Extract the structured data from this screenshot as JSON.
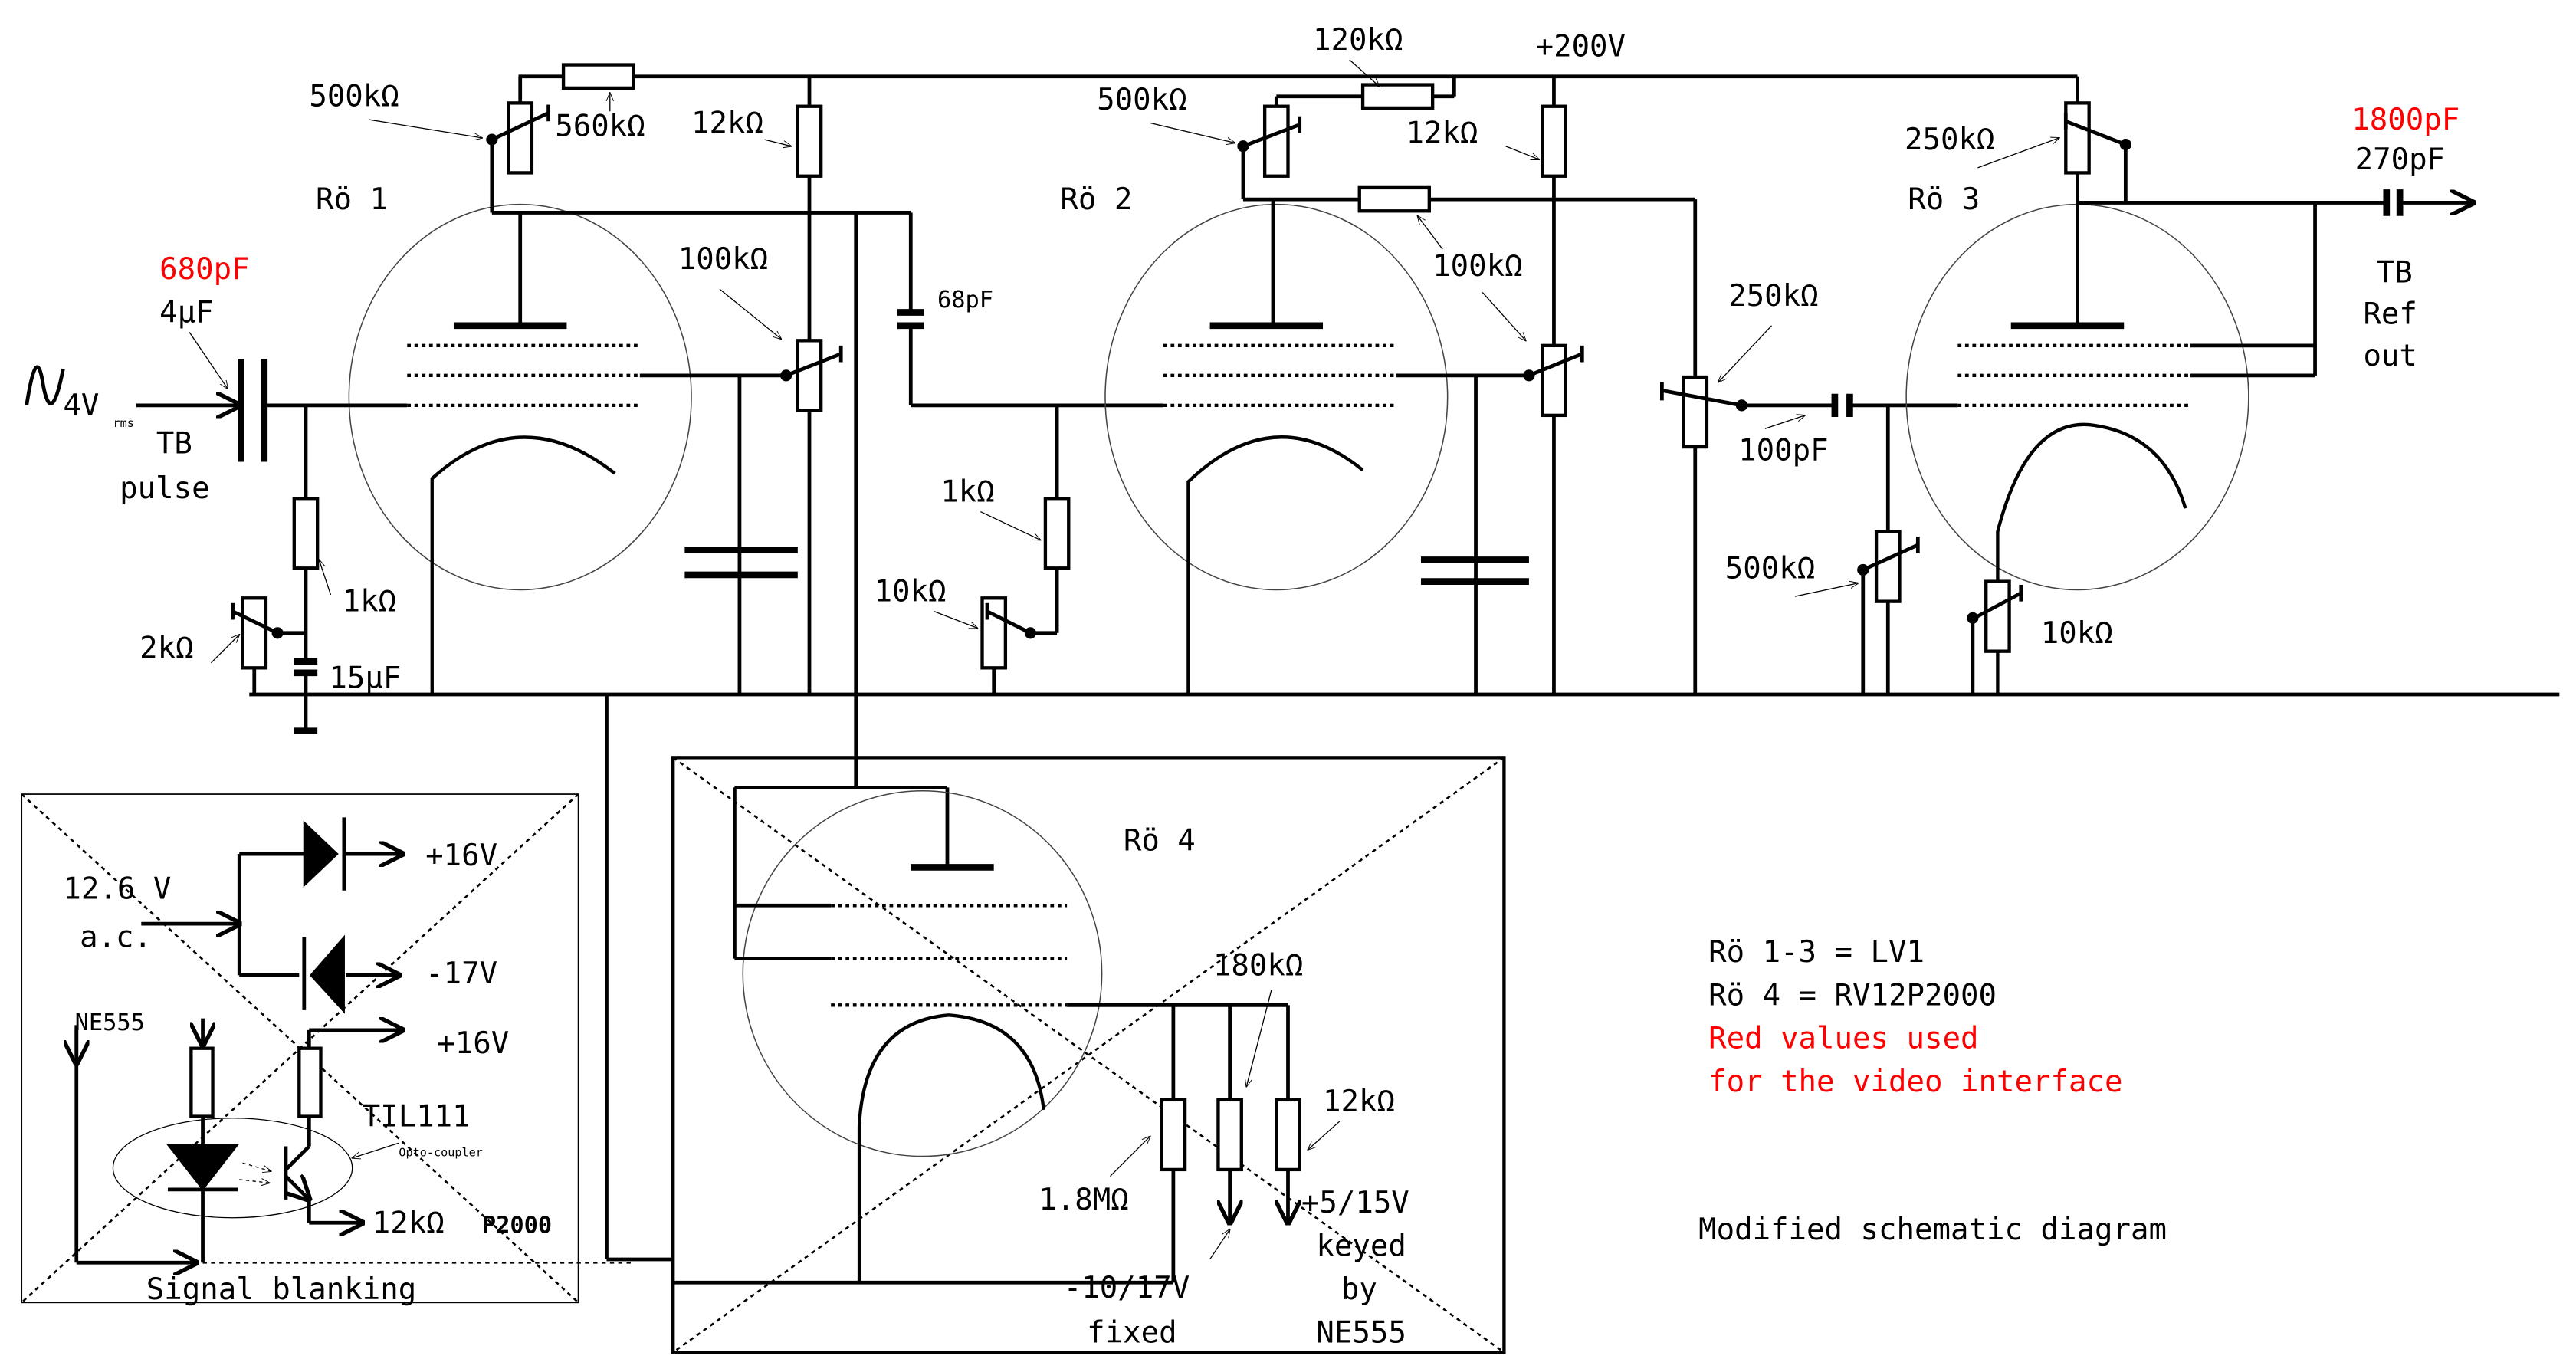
{
  "diagram": {
    "title": "Modified schematic diagram",
    "accent_color": "#ff0000",
    "notes": {
      "tubes_1_3": "Rö 1-3 = LV1",
      "tube_4": "Rö 4 = RV12P2000",
      "red_note_1": "Red values used",
      "red_note_2": "for the video interface"
    },
    "tubes": {
      "t1": "Rö 1",
      "t2": "Rö 2",
      "t3": "Rö 3",
      "t4": "Rö 4"
    },
    "supply": {
      "hv": "+200V"
    },
    "input": {
      "signal_main": "4V",
      "signal_sub": "rms",
      "label_line1": "TB",
      "label_line2": "pulse",
      "cap_red": "680pF",
      "cap": "4µF"
    },
    "stage1": {
      "pot_grid": "500kΩ",
      "r_feedback": "560kΩ",
      "r_plate": "12kΩ",
      "pot_screen": "100kΩ",
      "r_cathode": "1kΩ",
      "pot_cathode": "2kΩ",
      "c_cathode": "15µF"
    },
    "stage2": {
      "c_couple": "68pF",
      "r_top": "120kΩ",
      "pot_grid": "500kΩ",
      "r_plate": "12kΩ",
      "r_mid": "100kΩ",
      "r_cathode": "1kΩ",
      "pot_cathode": "10kΩ"
    },
    "stage3": {
      "pot_plate": "250kΩ",
      "pot_input": "250kΩ",
      "c_input": "100pF",
      "pot_grid": "500kΩ",
      "pot_cathode": "10kΩ",
      "out_cap_red": "1800pF",
      "out_cap": "270pF",
      "out_line1": "TB",
      "out_line2": "Ref",
      "out_line3": "out"
    },
    "blanking": {
      "title": "Signal blanking",
      "ac_line1": "12.6 V",
      "ac_line2": "a.c.",
      "pos_rail": "+16V",
      "neg_rail": "-17V",
      "pos_rail_2": "+16V",
      "timer": "NE555",
      "opto": "TIL111",
      "opto_sub": "Opto-coupler",
      "out_r": "12kΩ",
      "out_tube": "P2000"
    },
    "stage4": {
      "r_a": "180kΩ",
      "r_b": "12kΩ",
      "r_c": "1.8MΩ",
      "fixed_v": "-10/17V",
      "fixed_label": "fixed",
      "keyed_v": "+5/15V",
      "keyed_l1": "keyed",
      "keyed_l2": "by",
      "keyed_l3": "NE555"
    }
  }
}
